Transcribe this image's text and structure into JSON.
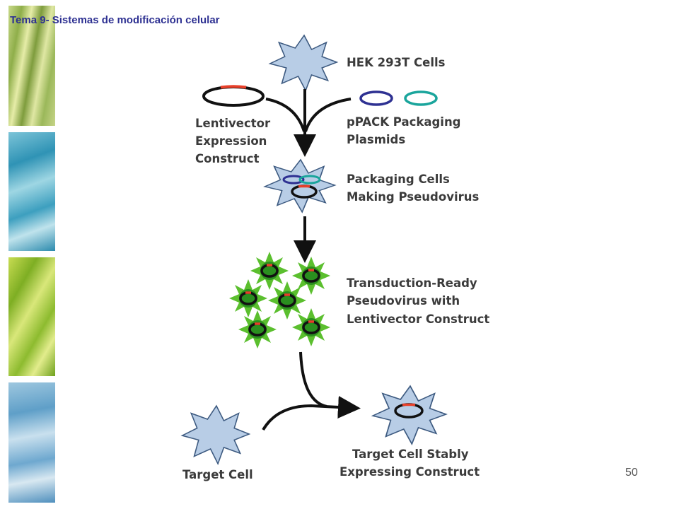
{
  "header": {
    "title": "Tema 9- Sistemas de modificación celular"
  },
  "footer": {
    "page_number": "50"
  },
  "diagram": {
    "hek_label": "HEK 293T Cells",
    "lentivector_label": [
      "Lentivector",
      "Expression",
      "Construct"
    ],
    "ppack_label": [
      "pPACK Packaging",
      "Plasmids"
    ],
    "packaging_label": [
      "Packaging Cells",
      "Making Pseudovirus"
    ],
    "transduction_label": [
      "Transduction-Ready",
      "Pseudovirus with",
      "Lentivector Construct"
    ],
    "target_label": "Target Cell",
    "stable_label": [
      "Target Cell Stably",
      "Expressing Construct"
    ]
  },
  "colors": {
    "title": "#2e3192",
    "cell_fill": "#b8cde6",
    "cell_stroke": "#3d5a80",
    "plasmid_red": "#e8402a",
    "plasmid_blue": "#2e3192",
    "plasmid_teal": "#1aa59c",
    "virus_green": "#5bbf2e",
    "virus_core": "#2a8f1f"
  }
}
